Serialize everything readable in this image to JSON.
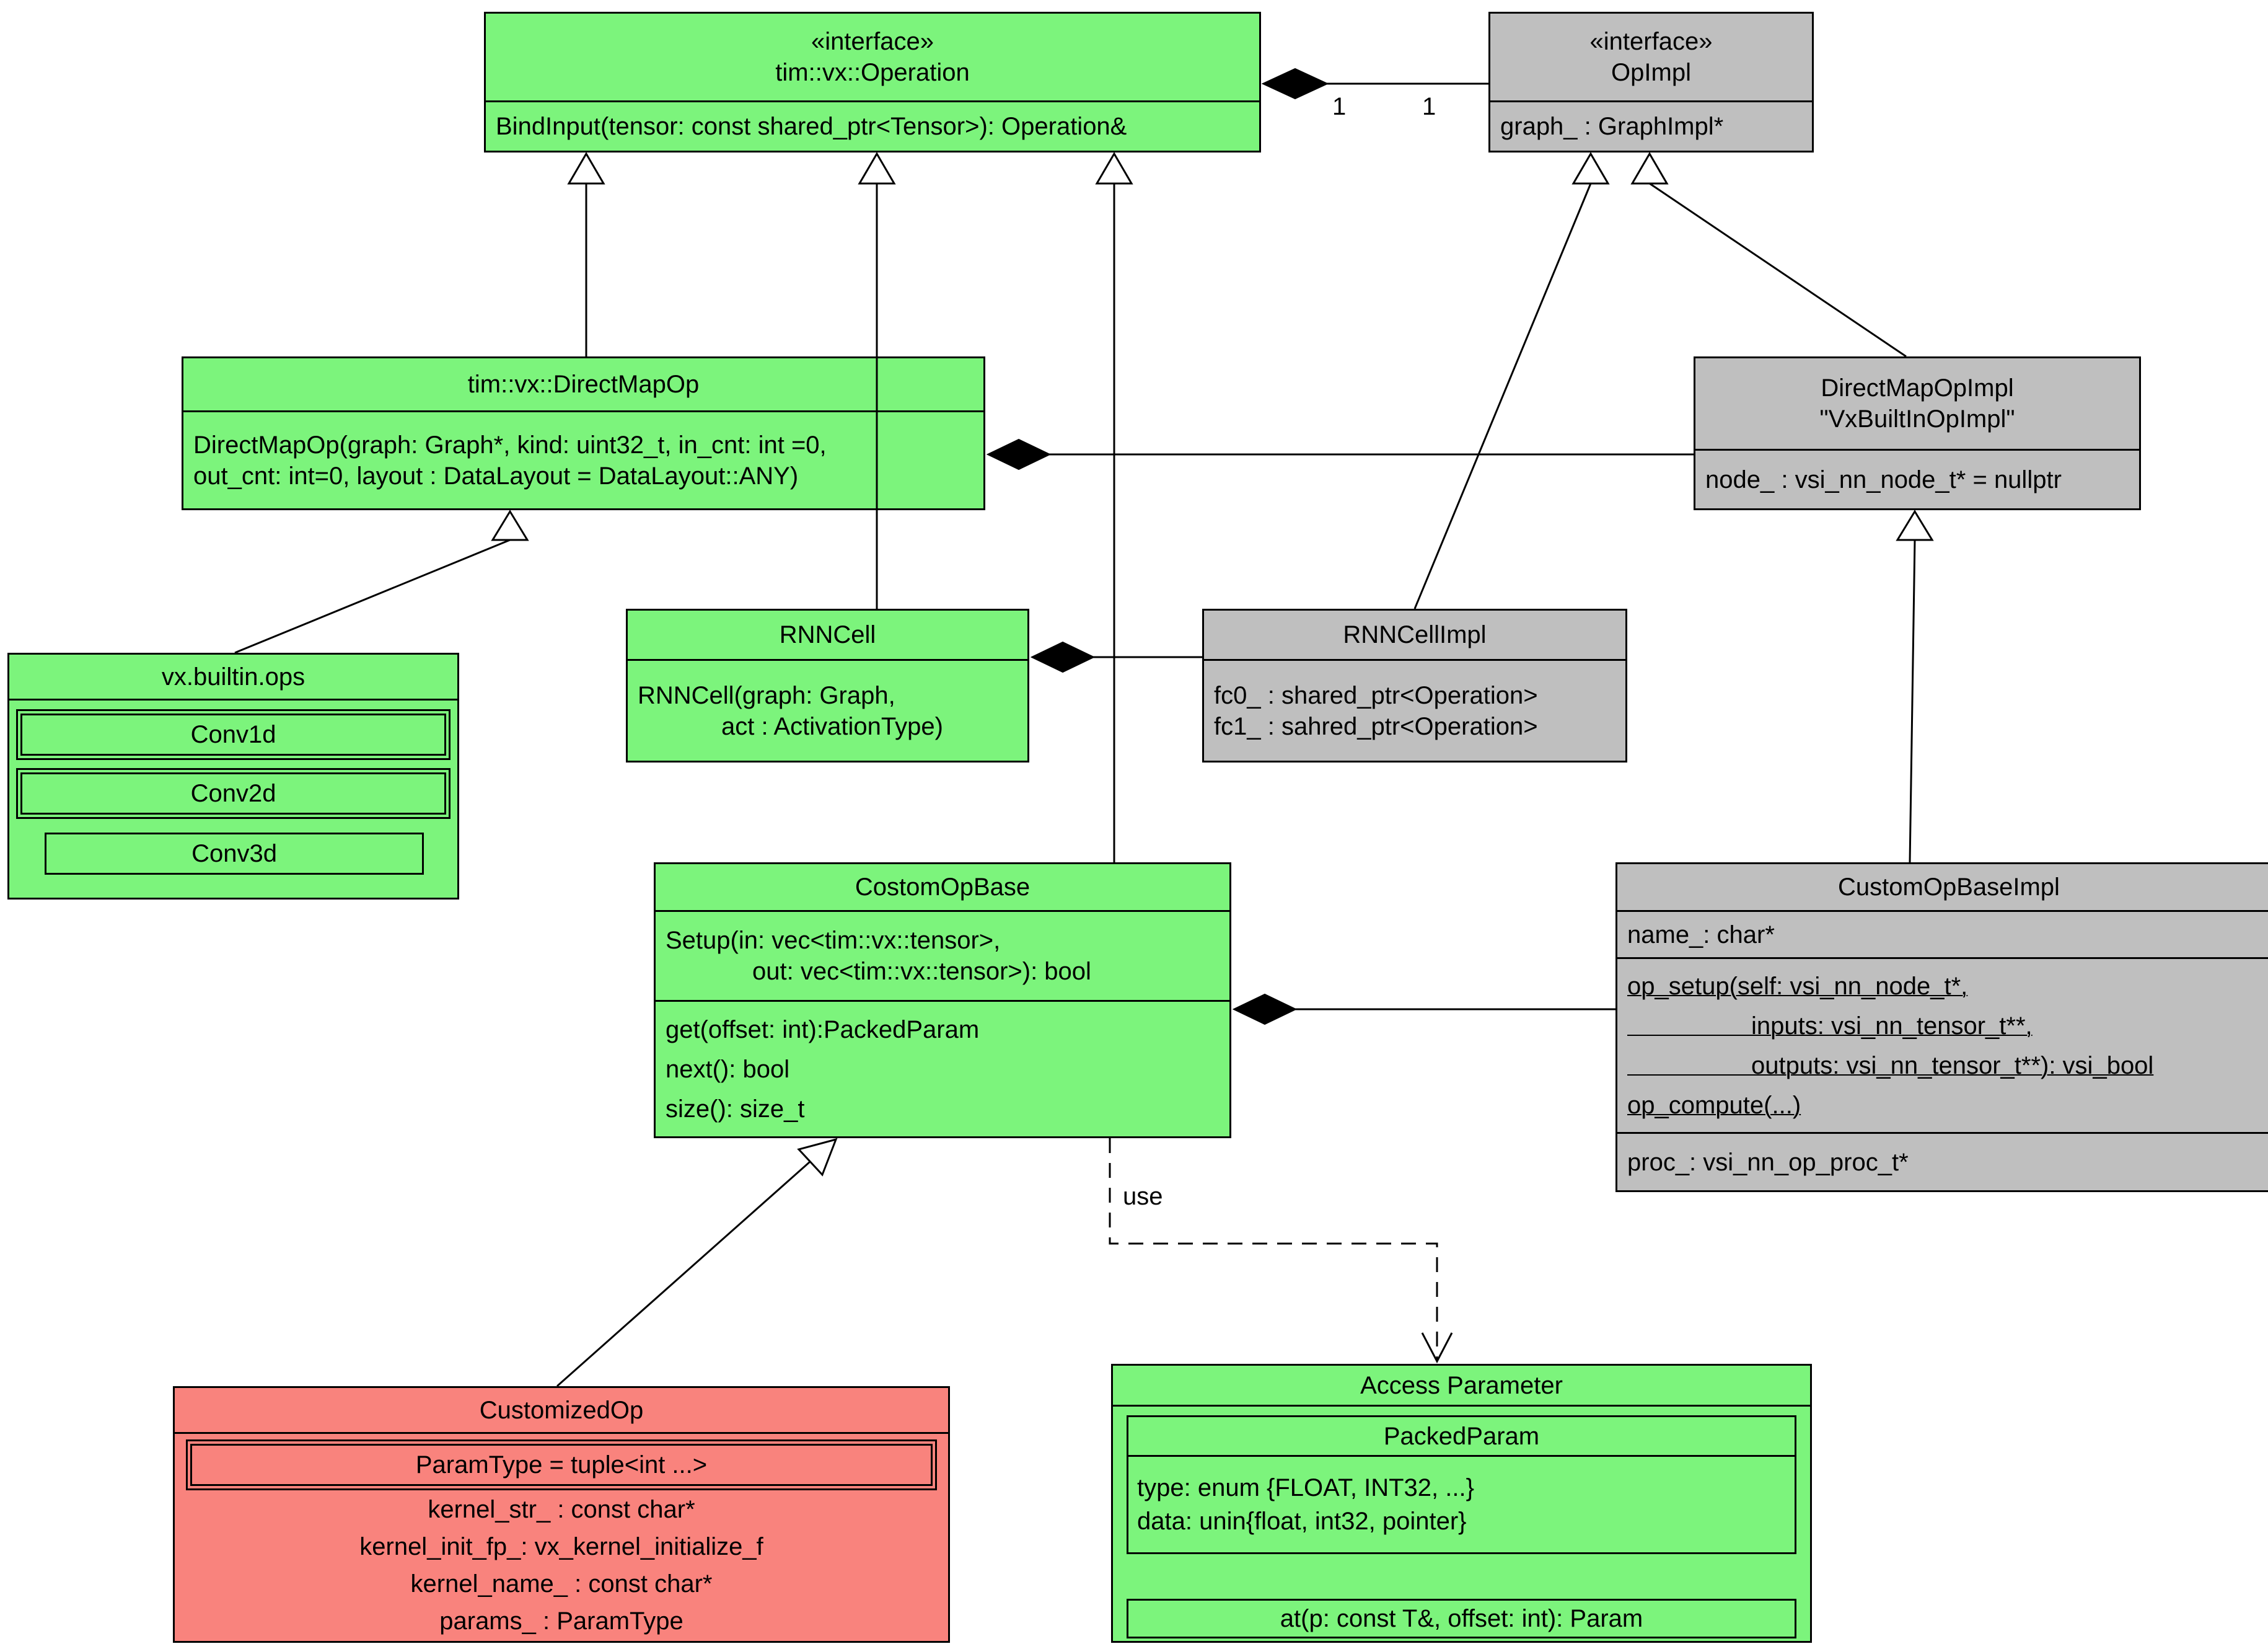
{
  "colors": {
    "interface_green": "#7cf47c",
    "impl_gray": "#bfbfbf",
    "custom_red": "#f9837d",
    "line": "#000000"
  },
  "labels": {
    "mult_source": "1",
    "mult_target": "1",
    "use": "use"
  },
  "operation": {
    "stereotype": "«interface»",
    "name": "tim::vx::Operation",
    "method": "BindInput(tensor: const shared_ptr<Tensor>): Operation&"
  },
  "opimpl": {
    "stereotype": "«interface»",
    "name": "OpImpl",
    "attr": "graph_ : GraphImpl*"
  },
  "directmapop": {
    "name": "tim::vx::DirectMapOp",
    "method1": "DirectMapOp(graph: Graph*, kind: uint32_t, in_cnt: int =0,",
    "method2": "out_cnt: int=0, layout : DataLayout = DataLayout::ANY)"
  },
  "directmapopimpl": {
    "name1": "DirectMapOpImpl",
    "name2": "\"VxBuiltInOpImpl\"",
    "attr": "node_ : vsi_nn_node_t* = nullptr"
  },
  "builtinops": {
    "name": "vx.builtin.ops",
    "items": [
      {
        "label": "Conv1d"
      },
      {
        "label": "Conv2d"
      },
      {
        "label": "Conv3d"
      }
    ]
  },
  "rnncell": {
    "name": "RNNCell",
    "method1": "RNNCell(graph: Graph,",
    "method2": "act : ActivationType)"
  },
  "rnncellimpl": {
    "name": "RNNCellImpl",
    "attr1": "fc0_ : shared_ptr<Operation>",
    "attr2": "fc1_ : sahred_ptr<Operation>"
  },
  "costomopbase": {
    "name": "CostomOpBase",
    "setup1": "Setup(in: vec<tim::vx::tensor>,",
    "setup2": "out: vec<tim::vx::tensor>): bool",
    "m1": "get(offset: int):PackedParam",
    "m2": "next(): bool",
    "m3": "size(): size_t"
  },
  "customopbaseimpl": {
    "name": "CustomOpBaseImpl",
    "attr_name": "name_: char*",
    "op_setup1": "op_setup(self: vsi_nn_node_t*,",
    "op_setup2": "                  inputs: vsi_nn_tensor_t**,",
    "op_setup3": "                  outputs: vsi_nn_tensor_t**): vsi_bool",
    "op_compute": "op_compute(...)",
    "proc": "proc_: vsi_nn_op_proc_t*"
  },
  "customizedop": {
    "name": "CustomizedOp",
    "paramtype": "ParamType = tuple<int ...>",
    "f1": "kernel_str_ : const char*",
    "f2": "kernel_init_fp_: vx_kernel_initialize_f",
    "f3": "kernel_name_ : const char*",
    "f4": "params_ : ParamType"
  },
  "accessparam": {
    "name": "Access Parameter",
    "packed_name": "PackedParam",
    "attr1": "type: enum {FLOAT, INT32, ...}",
    "attr2": "data: unin{float, int32, pointer}",
    "at": "at(p: const T&, offset: int): Param"
  },
  "relations": [
    {
      "from": "tim::vx::Operation",
      "to": "OpImpl",
      "type": "composition",
      "source_mult": "1",
      "target_mult": "1"
    },
    {
      "from": "tim::vx::DirectMapOp",
      "to": "tim::vx::Operation",
      "type": "inheritance"
    },
    {
      "from": "RNNCell",
      "to": "tim::vx::Operation",
      "type": "inheritance"
    },
    {
      "from": "CostomOpBase",
      "to": "tim::vx::Operation",
      "type": "inheritance"
    },
    {
      "from": "RNNCellImpl",
      "to": "OpImpl",
      "type": "inheritance"
    },
    {
      "from": "DirectMapOpImpl",
      "to": "OpImpl",
      "type": "inheritance"
    },
    {
      "from": "vx.builtin.ops",
      "to": "tim::vx::DirectMapOp",
      "type": "inheritance"
    },
    {
      "from": "tim::vx::DirectMapOp",
      "to": "DirectMapOpImpl",
      "type": "composition"
    },
    {
      "from": "RNNCell",
      "to": "RNNCellImpl",
      "type": "composition"
    },
    {
      "from": "CostomOpBase",
      "to": "CustomOpBaseImpl",
      "type": "composition"
    },
    {
      "from": "CustomOpBaseImpl",
      "to": "DirectMapOpImpl",
      "type": "inheritance"
    },
    {
      "from": "CustomizedOp",
      "to": "CostomOpBase",
      "type": "inheritance"
    },
    {
      "from": "CostomOpBase",
      "to": "Access Parameter",
      "type": "dependency",
      "label": "use"
    }
  ]
}
